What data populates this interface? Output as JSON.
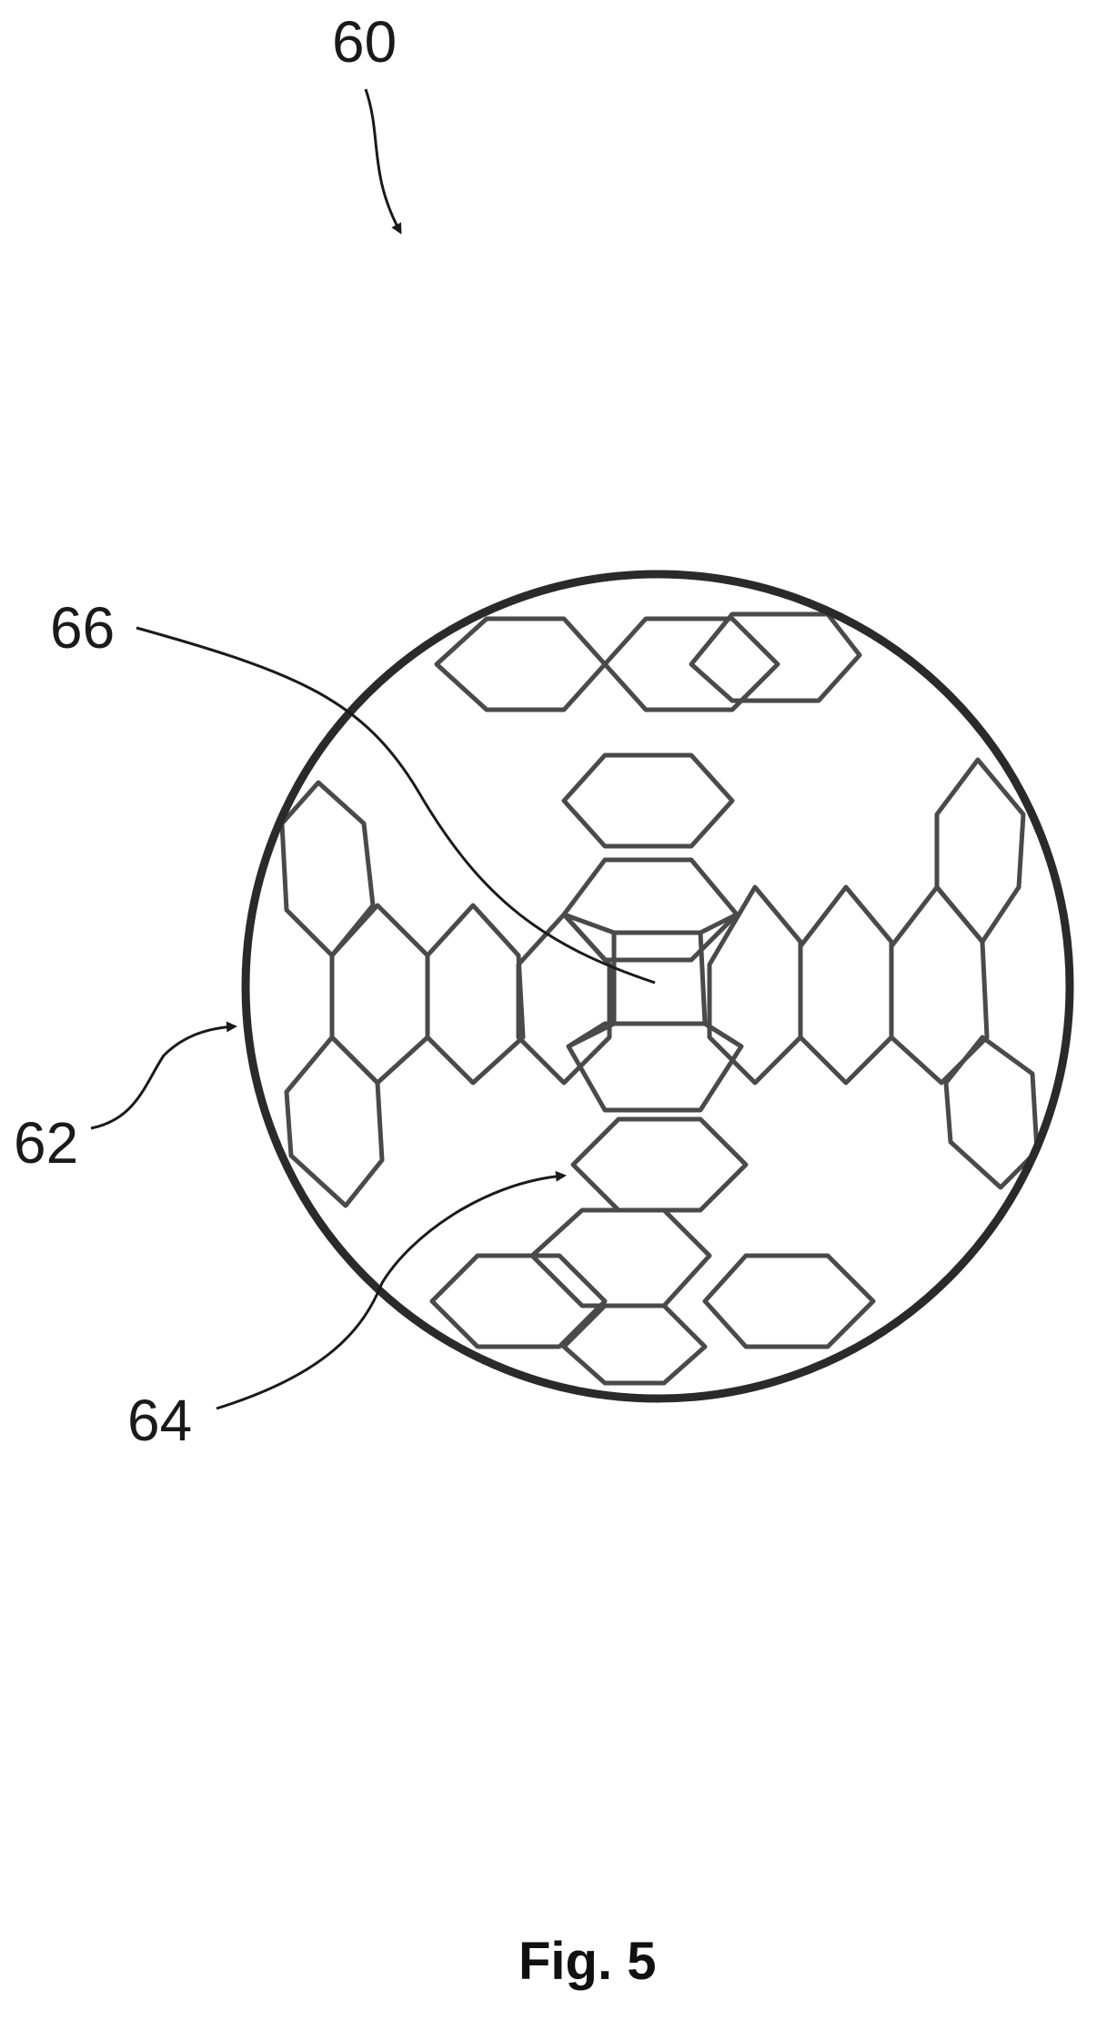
{
  "figure": {
    "caption": "Fig. 5",
    "labels": {
      "assembly": "60",
      "outer_ring": "62",
      "hexagon_cell": "64",
      "central_opening": "66"
    },
    "colors": {
      "ink": "#1a1a1a",
      "mesh": "#4a4a4a",
      "background": "#ffffff"
    }
  }
}
